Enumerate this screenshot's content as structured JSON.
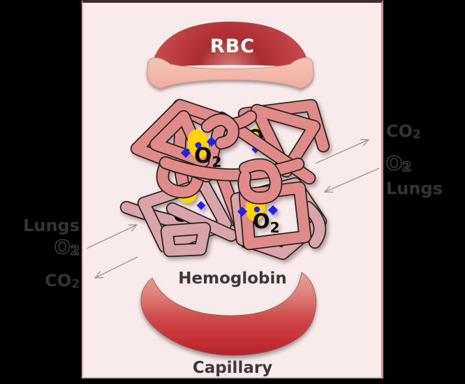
{
  "diagram": {
    "rbc_label": "RBC",
    "hemoglobin_label": "Hemoglobin",
    "capillary_label": "Capillary",
    "lungs_label": "Lungs"
  },
  "molecules": {
    "o2": {
      "base": "O",
      "sub": "2"
    },
    "co2": {
      "base": "CO",
      "sub": "2"
    }
  },
  "exchange_notes": {
    "left_side_lines": [
      "Lungs",
      "O2",
      "CO2"
    ],
    "right_side_lines": [
      "CO2",
      "O2",
      "Lungs"
    ],
    "o2_binding_sites": 4
  },
  "colors": {
    "panel_background": "#f9eaec",
    "outside_background": "#000000",
    "rbc_red": "#b93a3e",
    "rbc_rim_pink": "#f6c6b5",
    "ribbon_salmon": "#e08a8a",
    "ribbon_dusty_pink": "#d9a5ab",
    "heme_yellow": "#ffd400",
    "iron_blue": "#2222ee",
    "capillary_red": "#c63034",
    "arrow_gray": "#a39598",
    "label_gray": "#3a3a3a"
  }
}
